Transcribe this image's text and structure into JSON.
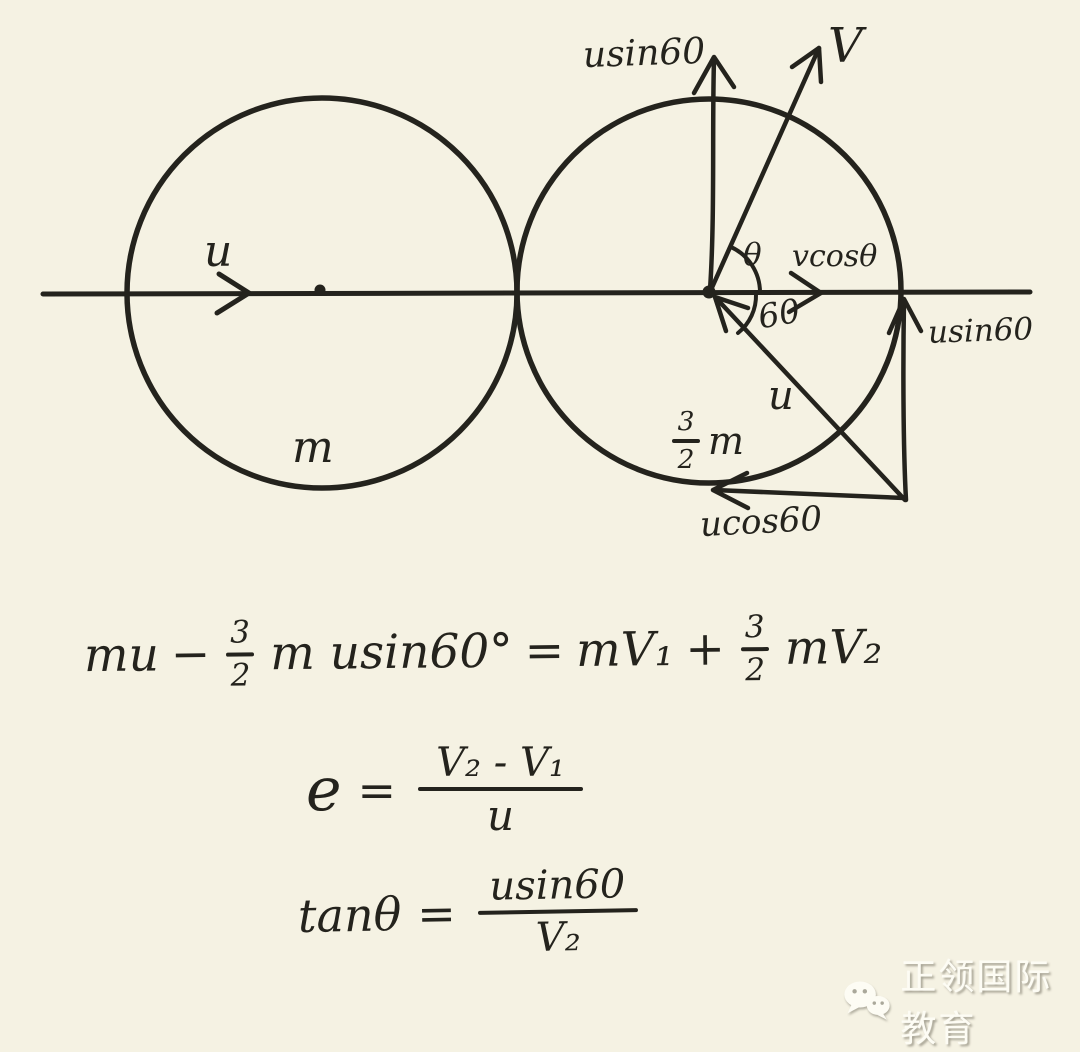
{
  "page": {
    "background": "#f5f2e3",
    "ink_color": "#24231d"
  },
  "diagram": {
    "left_ball": {
      "velocity_label": "u",
      "mass_label": "m"
    },
    "right_ball": {
      "mass_fraction": {
        "numerator": "3",
        "denominator": "2",
        "suffix": "m"
      },
      "vertical_component_label": "usin60",
      "resultant_velocity_label": "V",
      "horizontal_component_label": "vcosθ",
      "theta_angle_label": "θ",
      "sixty_angle_label": "60",
      "incoming_velocity_label": "u",
      "right_vertical_component_label": "usin60",
      "bottom_horizontal_component_label": "ucos60"
    }
  },
  "equations": {
    "momentum": {
      "term1": "mu",
      "op1": "−",
      "frac1": {
        "numerator": "3",
        "denominator": "2"
      },
      "term2": "m usin60°",
      "eq": "=",
      "term3": "mV₁",
      "op2": "+",
      "frac2": {
        "numerator": "3",
        "denominator": "2"
      },
      "term4": "mV₂"
    },
    "restitution": {
      "lhs": "e",
      "eq": "=",
      "numerator": "V₂ - V₁",
      "denominator": "u"
    },
    "angle": {
      "lhs": "tanθ",
      "eq": "=",
      "numerator": "usin60",
      "denominator": "V₂"
    }
  },
  "watermark": {
    "icon": "wechat-icon",
    "text": "正领国际教育"
  }
}
